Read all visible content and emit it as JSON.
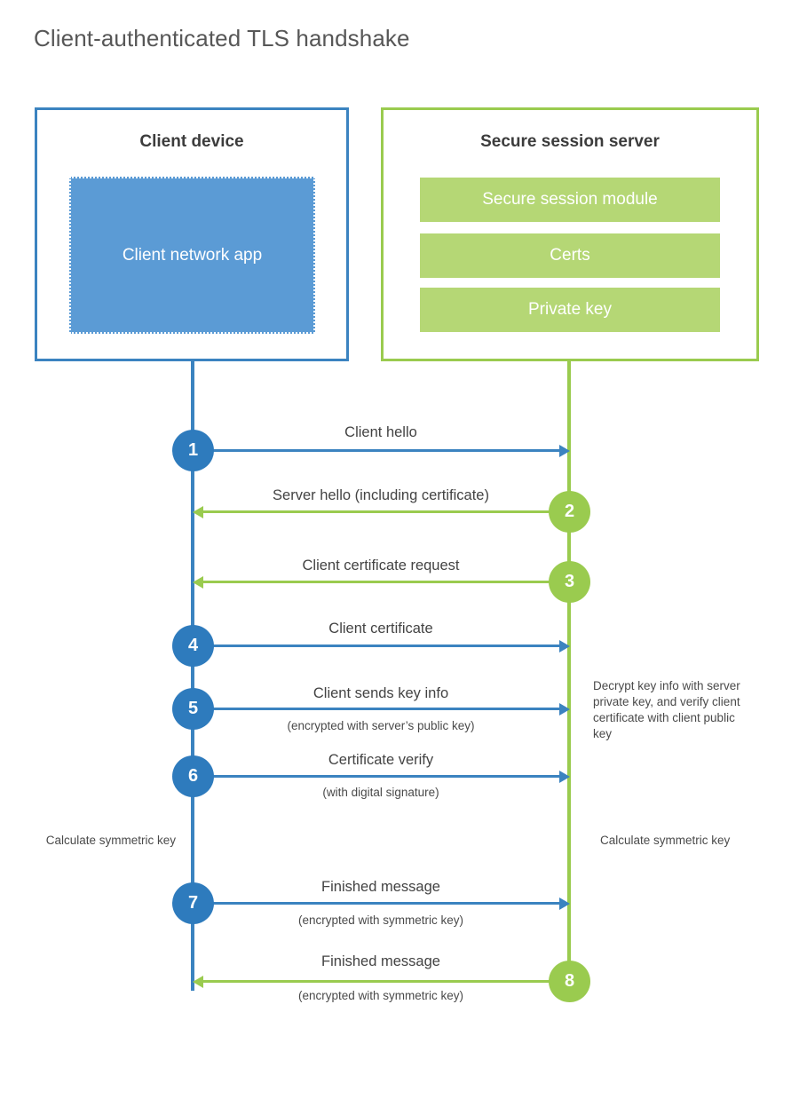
{
  "diagram": {
    "title": "Client-authenticated TLS handshake",
    "colors": {
      "client_accent": "#3b83c0",
      "client_fill": "#5b9bd5",
      "client_circle": "#2e7bbd",
      "server_accent": "#9acb4f",
      "server_fill": "#b5d775",
      "text": "#434343",
      "title_text": "#575757",
      "background": "#ffffff"
    }
  },
  "client_panel": {
    "title": "Client device",
    "app_label": "Client network app"
  },
  "server_panel": {
    "title": "Secure session server",
    "components": [
      {
        "label": "Secure session module"
      },
      {
        "label": "Certs"
      },
      {
        "label": "Private key"
      }
    ]
  },
  "steps": [
    {
      "number": "1",
      "label": "Client hello",
      "sub": "",
      "direction": "client-to-server",
      "side": "client"
    },
    {
      "number": "2",
      "label": "Server hello (including certificate)",
      "sub": "",
      "direction": "server-to-client",
      "side": "server"
    },
    {
      "number": "3",
      "label": "Client certificate request",
      "sub": "",
      "direction": "server-to-client",
      "side": "server"
    },
    {
      "number": "4",
      "label": "Client certificate",
      "sub": "",
      "direction": "client-to-server",
      "side": "client"
    },
    {
      "number": "5",
      "label": "Client sends key info",
      "sub": "(encrypted with server’s public key)",
      "direction": "client-to-server",
      "side": "client"
    },
    {
      "number": "6",
      "label": "Certificate verify",
      "sub": "(with digital signature)",
      "direction": "client-to-server",
      "side": "client"
    },
    {
      "number": "7",
      "label": "Finished message",
      "sub": "(encrypted with symmetric key)",
      "direction": "client-to-server",
      "side": "client"
    },
    {
      "number": "8",
      "label": "Finished message",
      "sub": "(encrypted with symmetric key)",
      "direction": "server-to-client",
      "side": "server"
    }
  ],
  "notes": {
    "server_decrypt": "Decrypt key info with server private key, and verify client certificate with client public key",
    "client_calculate": "Calculate symmetric key",
    "server_calculate": "Calculate symmetric key"
  }
}
